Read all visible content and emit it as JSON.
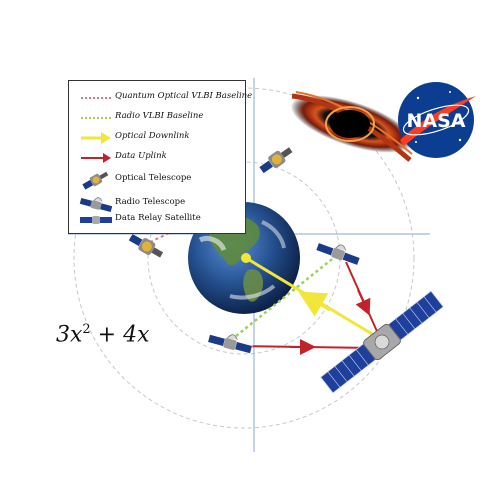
{
  "legend": {
    "items": [
      {
        "label": "Quantum Optical VLBI Baseline",
        "symbol": "quantum-baseline",
        "italic": true
      },
      {
        "label": "Radio VLBI Baseline",
        "symbol": "radio-baseline",
        "italic": true
      },
      {
        "label": "Optical Downlink",
        "symbol": "optical-downlink",
        "italic": true
      },
      {
        "label": "Data Uplink",
        "symbol": "data-uplink",
        "italic": true
      },
      {
        "label": "Optical Telescope",
        "symbol": "optical-telescope-icon",
        "italic": false
      },
      {
        "label": "Radio Telescope",
        "symbol": "radio-telescope-icon",
        "italic": false
      },
      {
        "label": "Data Relay Satellite",
        "symbol": "relay-satellite-icon",
        "italic": false
      }
    ]
  },
  "equation": {
    "base_term": "3x",
    "exponent": "2",
    "rest": " + 4x"
  },
  "logo": {
    "text": "NASA"
  },
  "colors": {
    "quantum_baseline": "#e07a7a",
    "radio_baseline": "#9ad35a",
    "optical_downlink": "#f2e63a",
    "data_uplink": "#c4222b",
    "orbit": "#bdbdbd",
    "axis": "#8aa7d6",
    "nasa_blue": "#0b3d91",
    "nasa_red": "#fc3d21"
  }
}
